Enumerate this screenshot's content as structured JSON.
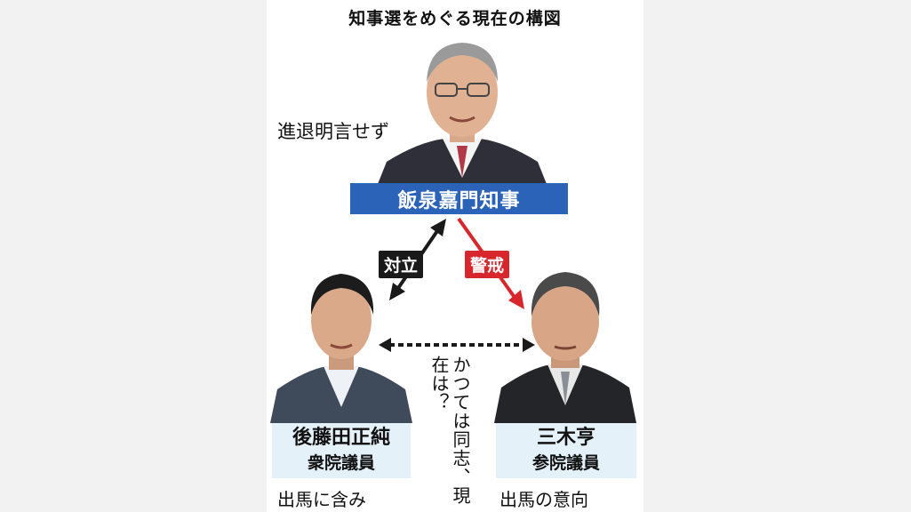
{
  "title": "知事選をめぐる現在の構図",
  "governor": {
    "name": "飯泉嘉門知事",
    "note": "進退明言せず"
  },
  "relations": {
    "conflict": "対立",
    "caution": "警戒",
    "former_allies": "かつては同志、現在は？"
  },
  "goto": {
    "name": "後藤田正純",
    "role": "衆院議員",
    "status": "出馬に含み"
  },
  "miki": {
    "name": "三木亨",
    "role": "参院議員",
    "status": "出馬の意向"
  },
  "colors": {
    "governor_box": "#2a63b8",
    "conflict_tag": "#1a1a1a",
    "caution_tag": "#d8262d",
    "name_box": "#e4f1f8"
  }
}
